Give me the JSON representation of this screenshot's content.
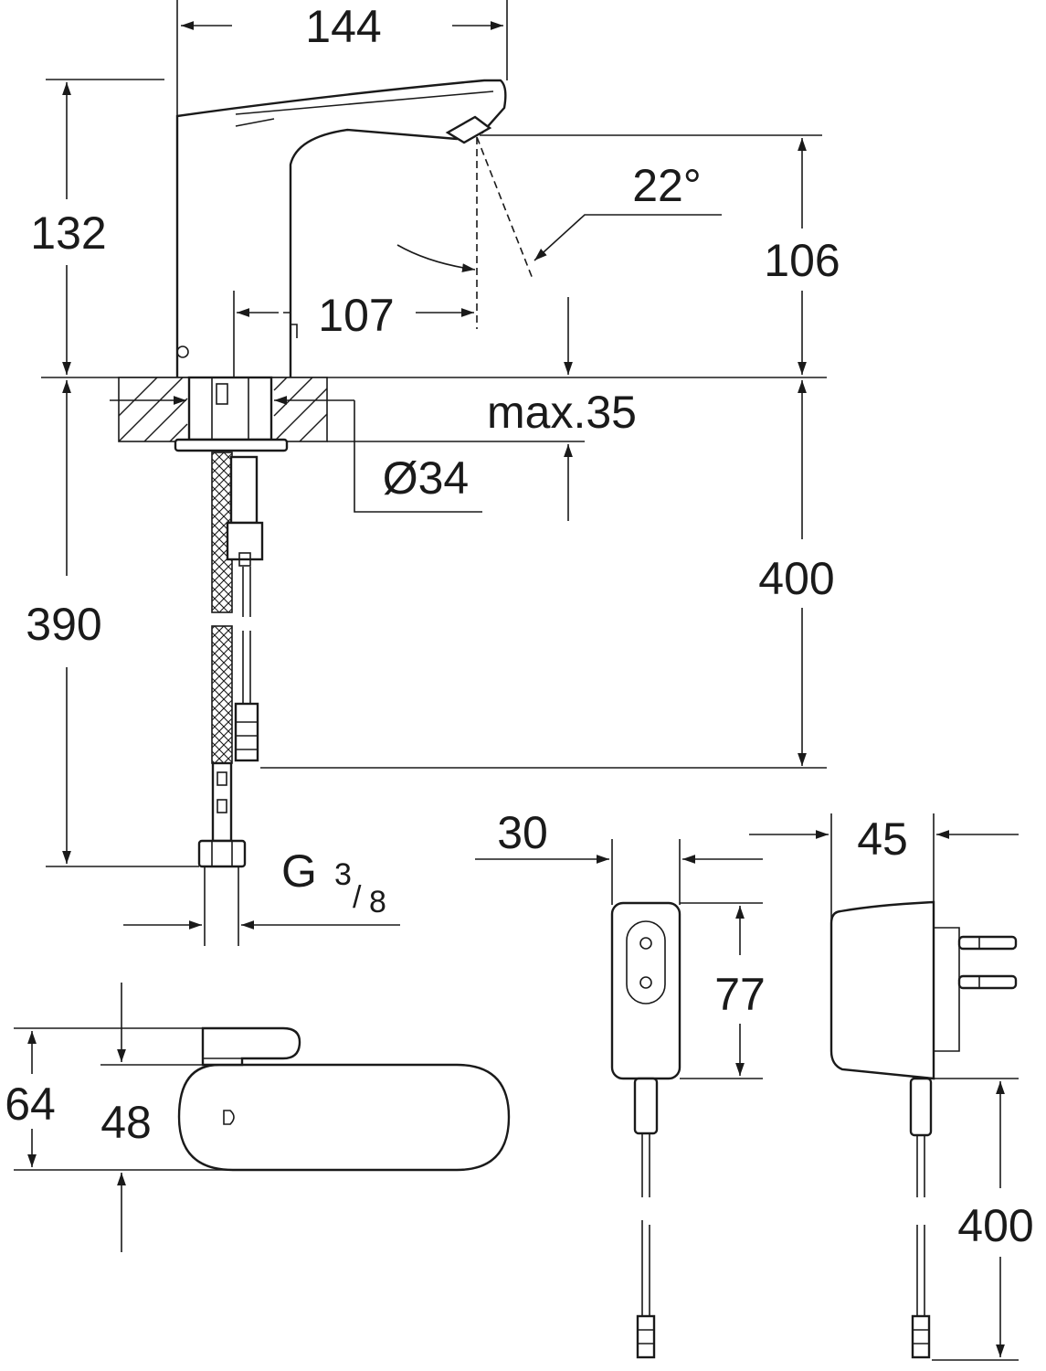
{
  "dimensions": {
    "spout_width": "144",
    "tap_height": "132",
    "spout_height": "106",
    "spray_angle": "22°",
    "reach": "107",
    "deck_thickness": "max.35",
    "hole_diameter": "Ø34",
    "hose_length": "390",
    "cable_length": "400",
    "connection_thread_prefix": "G",
    "connection_thread_num": "3",
    "connection_thread_den": "8",
    "base_depth_total": "64",
    "base_depth": "48",
    "adapter_width_front": "30",
    "adapter_width_side": "45",
    "adapter_height": "77",
    "adapter_cable_length": "400"
  },
  "colors": {
    "line": "#1a1a1a",
    "background": "#ffffff"
  }
}
